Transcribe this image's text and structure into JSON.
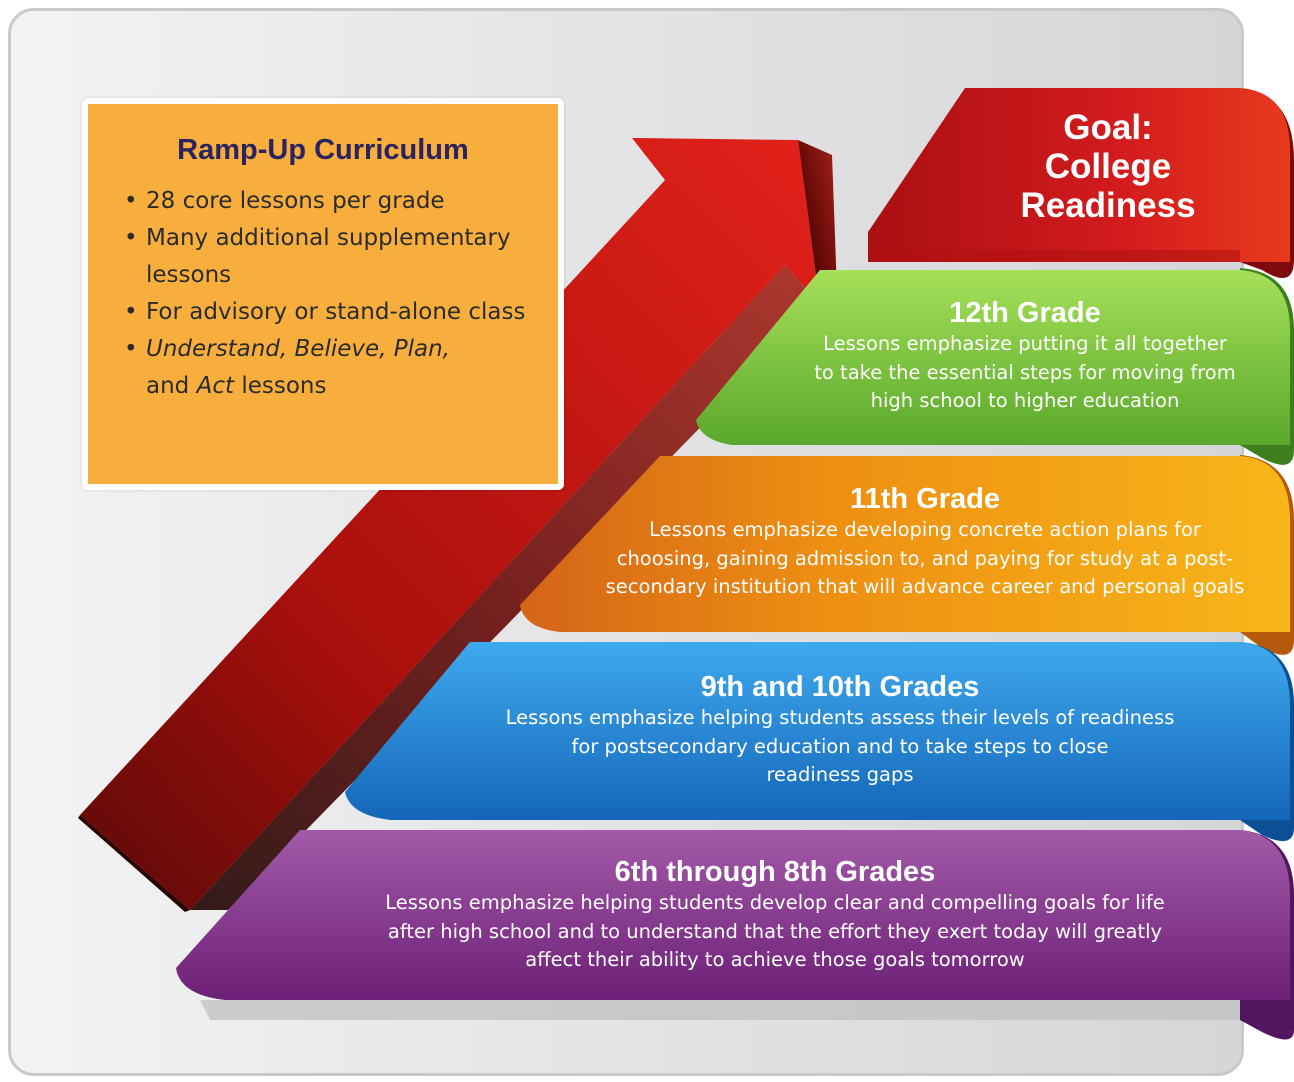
{
  "curriculum": {
    "title": "Ramp-Up Curriculum",
    "bullets": [
      "28 core lessons per grade",
      "Many additional supplementary lessons",
      "For advisory or stand-alone class"
    ],
    "last_bullet": {
      "italic_part": "Understand, Believe, Plan,",
      "and": "and",
      "act": "Act",
      "tail": "lessons"
    }
  },
  "goal": {
    "line1": "Goal:",
    "line2": "College",
    "line3": "Readiness"
  },
  "stages": [
    {
      "title": "12th Grade",
      "lines": [
        "Lessons emphasize putting it all together",
        "to take the essential steps for moving from",
        "high school to higher education"
      ]
    },
    {
      "title": "11th Grade",
      "lines": [
        "Lessons emphasize developing concrete action plans for",
        "choosing, gaining admission to, and paying for study at a post-",
        "secondary institution that will advance career and personal goals"
      ]
    },
    {
      "title": "9th and 10th Grades",
      "lines": [
        "Lessons emphasize helping students assess their levels of readiness",
        "for postsecondary education and to take steps to close",
        "readiness gaps"
      ]
    },
    {
      "title": "6th through 8th Grades",
      "lines": [
        "Lessons emphasize helping students develop clear and compelling goals for life",
        "after high school and to understand that the effort they exert today will greatly",
        "affect their ability to achieve those goals tomorrow"
      ]
    }
  ],
  "colors": {
    "goal": "#c8161c",
    "grade12": "#7bc93f",
    "grade11": "#f29a1c",
    "grade9_10": "#1e88d4",
    "grade6_8": "#8a3f93",
    "arrow": "#c0140f",
    "curriculum_box": "#f7ae3d",
    "curriculum_title": "#2b2360"
  }
}
